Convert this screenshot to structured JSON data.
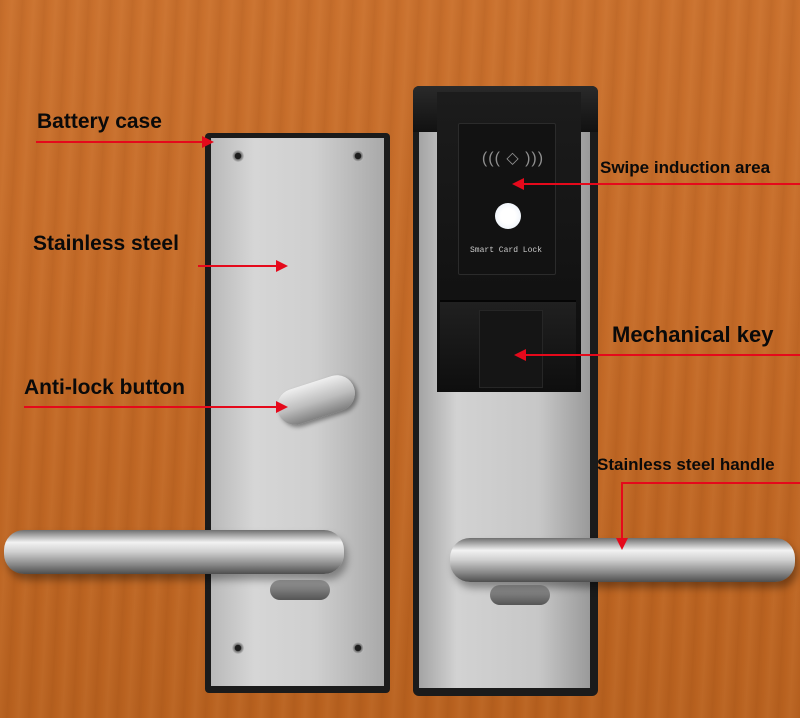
{
  "image": {
    "description_free": true,
    "labels": {
      "battery_case": "Battery case",
      "stainless_steel": "Stainless steel",
      "anti_lock_button": "Anti-lock button",
      "swipe_induction_area": "Swipe induction area",
      "mechanical_key": "Mechanical key",
      "stainless_steel_handle": "Stainless steel handle"
    },
    "device_text": "Smart Card Lock",
    "colors": {
      "background_wood": "#c56b28",
      "arrow_red": "#e5091b",
      "label_text": "#0a0a0a",
      "steel": "#cfcfcf",
      "black_trim": "#1b1b1b"
    },
    "icons": {
      "rfid": "rfid-waves-icon",
      "led": "indicator-led-icon",
      "key": "key-slot-icon"
    }
  }
}
